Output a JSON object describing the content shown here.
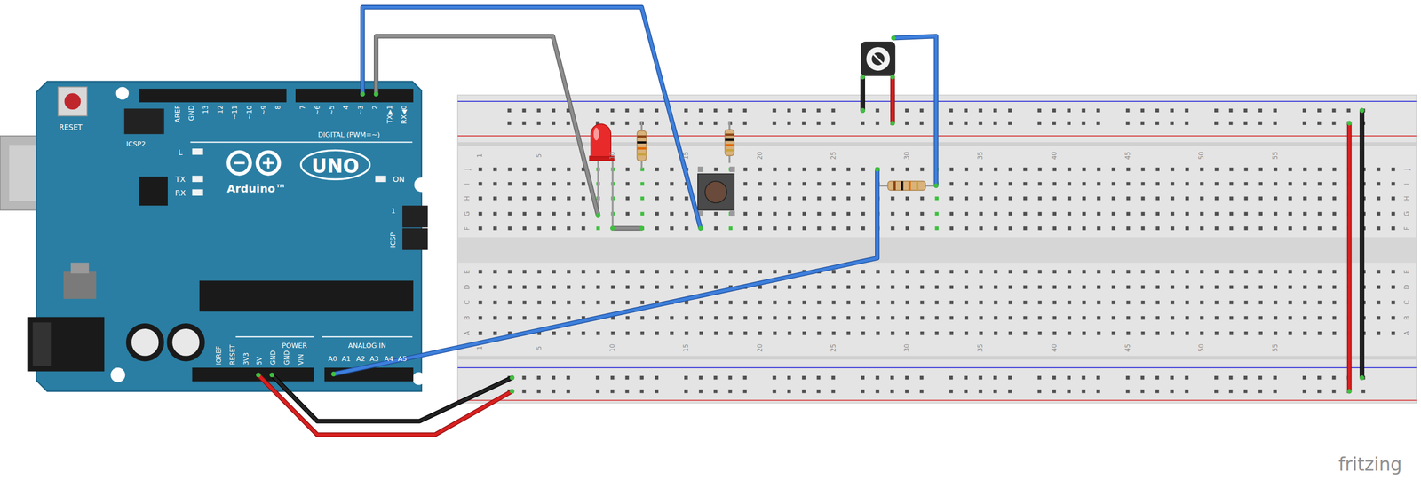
{
  "diagram": {
    "labels": [
      "RESET",
      "ICSP2",
      "AREF",
      "GND",
      "13",
      "12",
      "~11",
      "~10",
      "~9",
      "8",
      "7",
      "~6",
      "~5",
      "4",
      "~3",
      "2",
      "TX▶1",
      "RX◀0",
      "DIGITAL (PWM=~)",
      "L",
      "TX",
      "RX",
      "Arduino™",
      "UNO",
      "ON",
      "1",
      "ICSP",
      "IOREF",
      "RESET",
      "3V3",
      "5V",
      "GND",
      "GND",
      "VIN",
      "POWER",
      "ANALOG IN",
      "A0",
      "A1",
      "A2",
      "A3",
      "A4",
      "A5",
      "1",
      "5",
      "10",
      "15",
      "20",
      "25",
      "30",
      "35",
      "40",
      "45",
      "50",
      "55",
      "1",
      "5",
      "10",
      "15",
      "20",
      "25",
      "30",
      "35",
      "40",
      "45",
      "50",
      "55",
      "J",
      "I",
      "H",
      "G",
      "F",
      "E",
      "D",
      "C",
      "B",
      "A",
      "J",
      "I",
      "H",
      "G",
      "F",
      "E",
      "D",
      "C",
      "B",
      "A",
      "fritzing"
    ]
  }
}
